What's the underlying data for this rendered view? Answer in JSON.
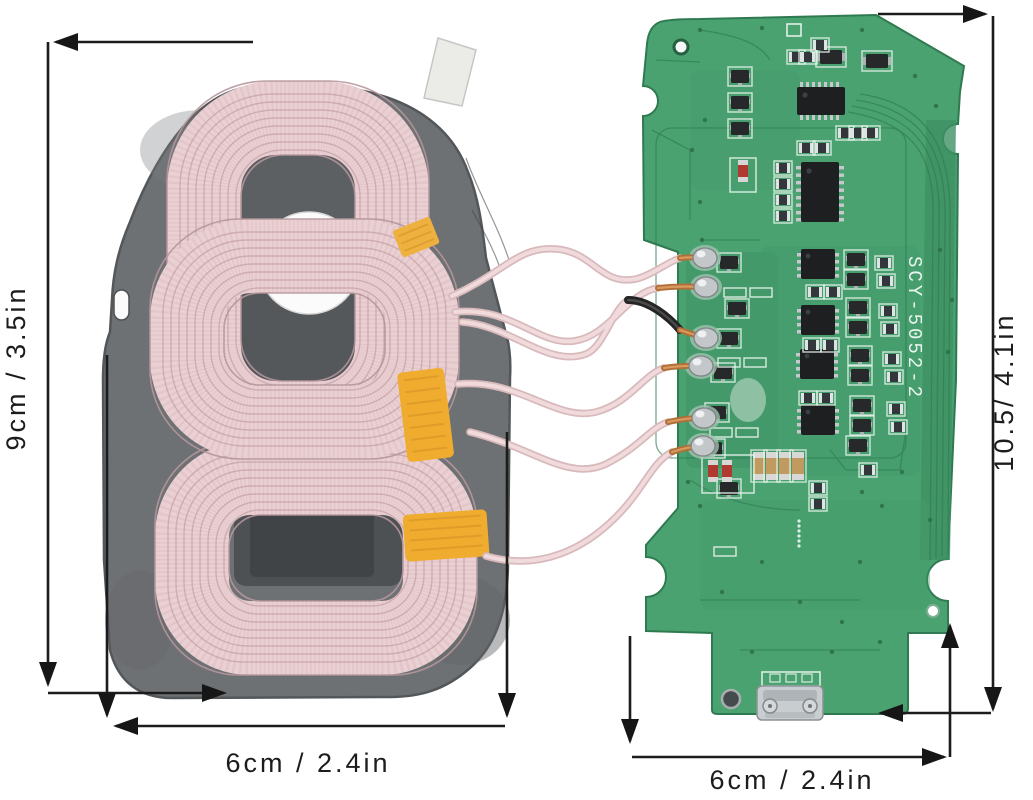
{
  "image": {
    "description": "Product photo of a 3-coil Qi wireless charger module: pink coil assembly on grey ferrite pad (left) wired to a green control PCB (right), with measurement arrows",
    "background": "#ffffff"
  },
  "labels": {
    "coil_pad_height": "9cm / 3.5in",
    "coil_pad_width": "6cm / 2.4in",
    "pcb_height": "10.5/ 4.1in",
    "pcb_width": "6cm / 2.4in",
    "pcb_silkscreen": "SCY-5052-2"
  },
  "colors": {
    "pcb_green": "#4aa271",
    "pcb_green_dark": "#3f9164",
    "pad_gray": "#6e7174",
    "ferrite_dark": "#55585b",
    "coil_pink": "#ead0d3",
    "coil_pink_line": "#c9a6ab",
    "tape_yellow": "#f0ac2e",
    "wire_pale": "#f1dadb",
    "wire_copper": "#b06f38",
    "wire_black": "#242424",
    "solder_silver": "#c3c7c9",
    "dimension_ink": "#1c1c1c"
  }
}
